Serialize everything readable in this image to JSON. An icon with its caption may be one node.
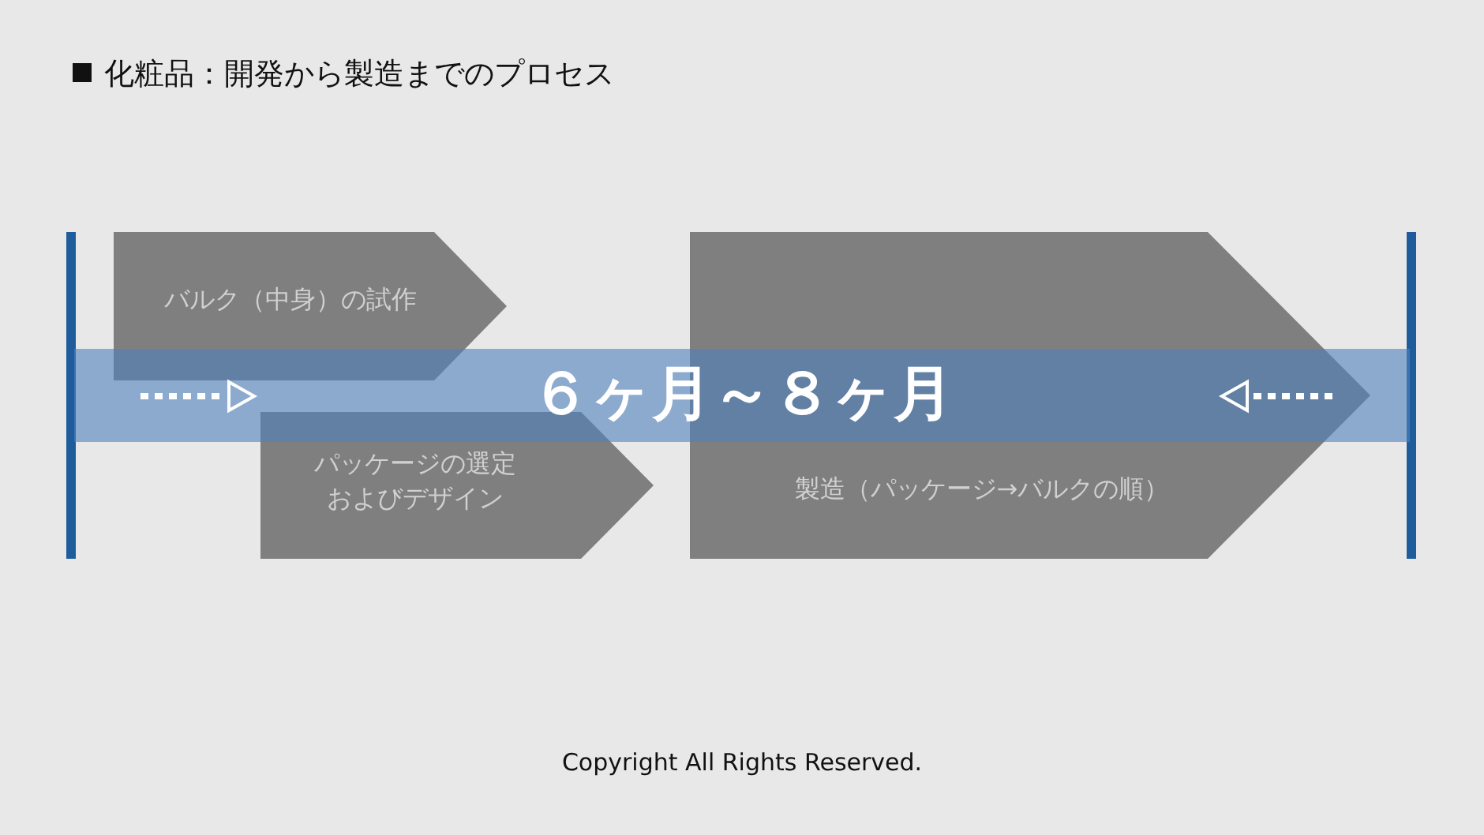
{
  "diagram": {
    "title": "化粧品：開発から製造までのプロセス",
    "nodes": [
      {
        "text": [
          "バルク（中身）の試作"
        ]
      },
      {
        "text": [
          "パッケージの選定およびデザイン"
        ]
      },
      {
        "text": [
          "製造（パッケージ→バルクの順）"
        ]
      },
      {
        "text": [
          "６ヶ月～８ヶ月"
        ]
      }
    ],
    "caption": "Copyright All Rights Reserved."
  }
}
